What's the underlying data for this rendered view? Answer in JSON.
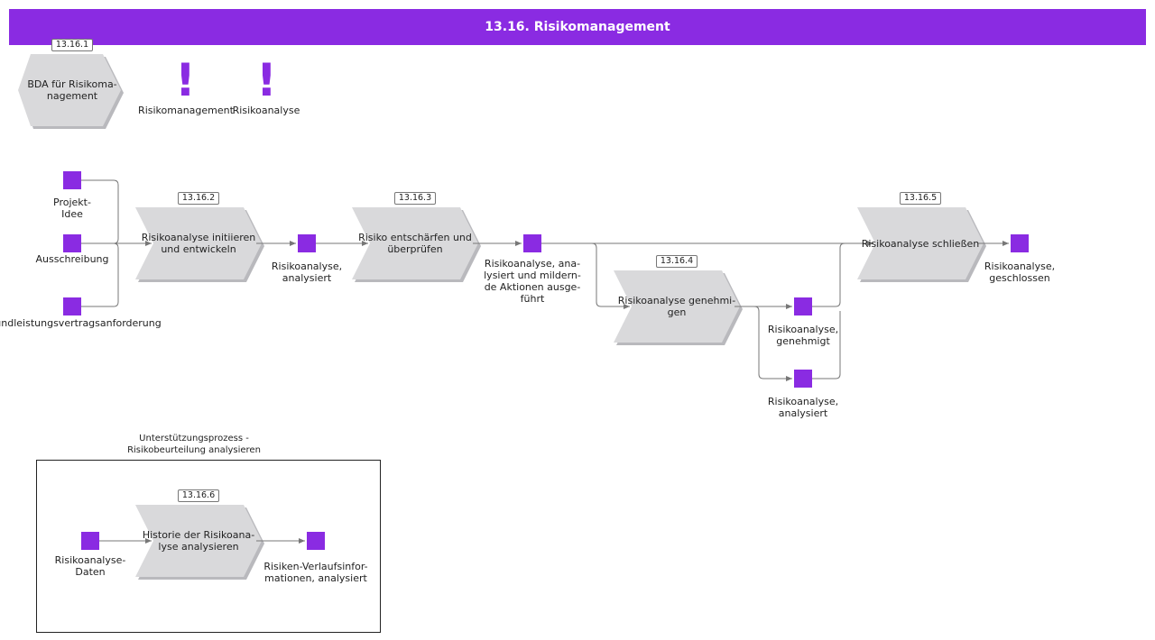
{
  "header": {
    "title": "13.16. Risikomanagement"
  },
  "top": {
    "bda_id": "13.16.1",
    "bda_label": "BDA für Risikoma-\nnagement",
    "trigger1_label": "Risikomanagement",
    "trigger2_label": "Risikoanalyse"
  },
  "inputs": {
    "projekt": "Projekt-\nIdee",
    "ausschreibung": "Ausschreibung",
    "vertrag": "Grundleistungsvertragsanforderung"
  },
  "processes": [
    {
      "id": "13.16.2",
      "label": "Risikoanalyse initiieren\nund entwickeln"
    },
    {
      "id": "13.16.3",
      "label": "Risiko entschärfen und\nüberprüfen"
    },
    {
      "id": "13.16.4",
      "label": "Risikoanalyse genehmi-\ngen"
    },
    {
      "id": "13.16.5",
      "label": "Risikoanalyse schließen"
    },
    {
      "id": "13.16.6",
      "label": "Historie der Risikoana-\nlyse analysieren"
    }
  ],
  "outputs": {
    "analysiert1": "Risikoanalyse,\nanalysiert",
    "analysiert_mildernd": "Risikoanalyse, ana-\nlysiert und mildern-\nde Aktionen ausge-\nführt",
    "genehmigt": "Risikoanalyse,\ngenehmigt",
    "analysiert2": "Risikoanalyse,\nanalysiert",
    "geschlossen": "Risikoanalyse,\ngeschlossen"
  },
  "support": {
    "title": "Unterstützungsprozess -\nRisikobeurteilung analysieren",
    "input": "Risikoanalyse-\nDaten",
    "output": "Risiken-Verlaufsinfor-\nmationen, analysiert"
  },
  "colors": {
    "accent": "#8a2be2",
    "process_fill": "#d9d9db",
    "shadow": "#b9b9bd",
    "connector": "#777777"
  }
}
